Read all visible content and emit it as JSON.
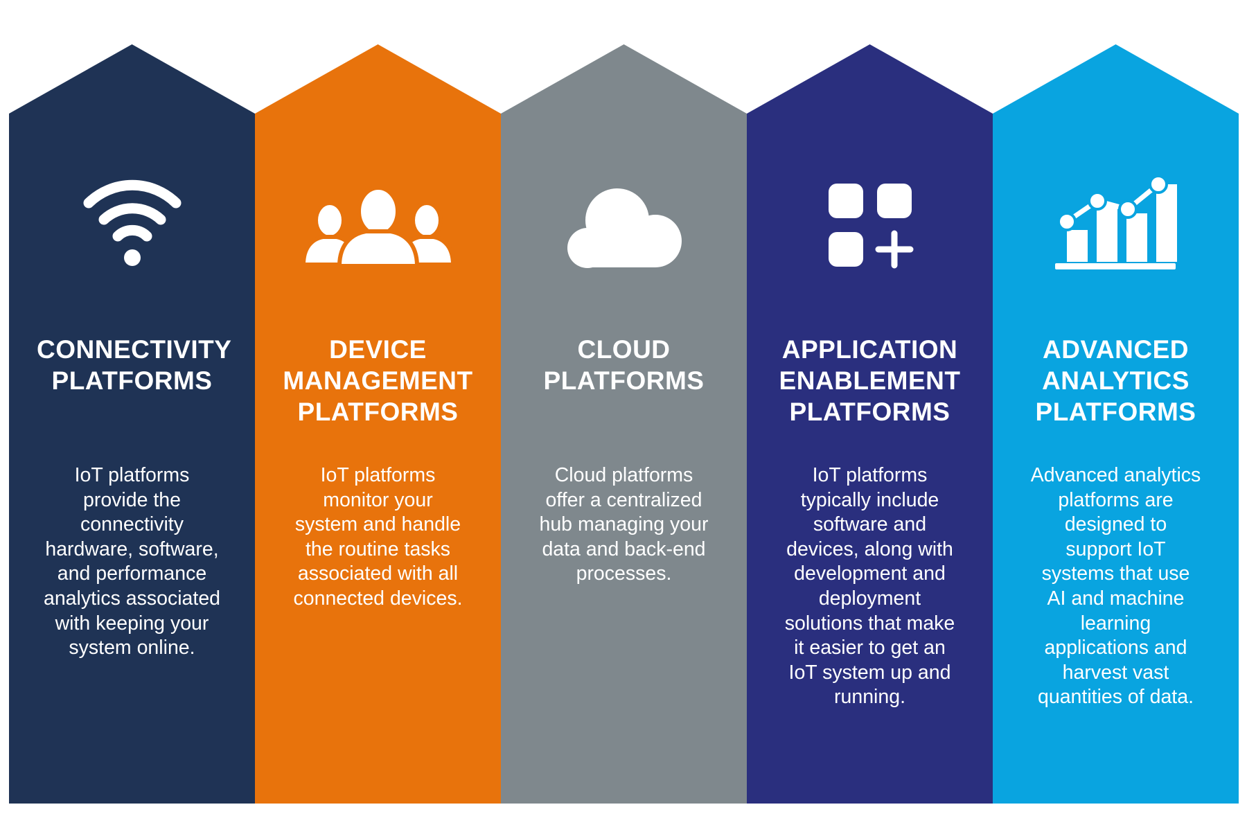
{
  "columns": [
    {
      "id": "connectivity",
      "color": "#1f3355",
      "icon": "wifi-icon",
      "title": [
        "CONNECTIVITY",
        "PLATFORMS"
      ],
      "description": [
        "IoT platforms",
        "provide the",
        "connectivity",
        "hardware, software,",
        "and performance",
        "analytics associated",
        "with keeping your",
        "system online."
      ]
    },
    {
      "id": "device-management",
      "color": "#e8730c",
      "icon": "users-icon",
      "title": [
        "DEVICE",
        "MANAGEMENT",
        "PLATFORMS"
      ],
      "description": [
        "IoT platforms",
        "monitor your",
        "system and handle",
        "the routine tasks",
        "associated with all",
        "connected devices."
      ]
    },
    {
      "id": "cloud",
      "color": "#7f888d",
      "icon": "cloud-icon",
      "title": [
        "CLOUD",
        "PLATFORMS"
      ],
      "description": [
        "Cloud platforms",
        "offer a centralized",
        "hub managing your",
        "data and back-end",
        "processes."
      ]
    },
    {
      "id": "application-enablement",
      "color": "#2a2f7e",
      "icon": "apps-grid-plus-icon",
      "title": [
        "APPLICATION",
        "ENABLEMENT",
        "PLATFORMS"
      ],
      "description": [
        "IoT platforms",
        "typically include",
        "software and",
        "devices, along with",
        "development and",
        "deployment",
        "solutions that make",
        "it easier to get an",
        "IoT system up and",
        "running."
      ]
    },
    {
      "id": "advanced-analytics",
      "color": "#09a4e0",
      "icon": "analytics-chart-icon",
      "title": [
        "ADVANCED",
        "ANALYTICS",
        "PLATFORMS"
      ],
      "description": [
        "Advanced analytics",
        "platforms are",
        "designed to",
        "support IoT",
        "systems that use",
        "AI and machine",
        "learning",
        "applications and",
        "harvest vast",
        "quantities of data."
      ]
    }
  ]
}
